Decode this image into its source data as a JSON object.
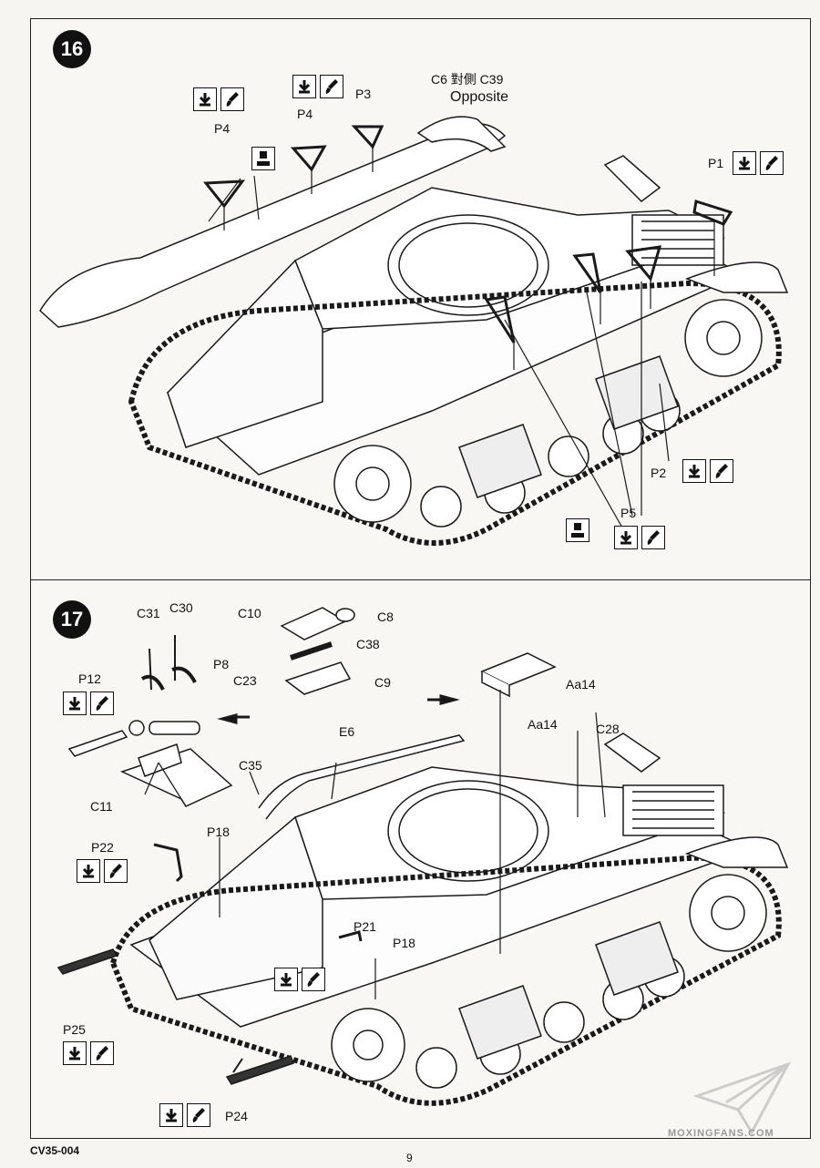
{
  "steps": {
    "s16": "16",
    "s17": "17"
  },
  "labels16": {
    "c6_opposite_1": "C6 對側 C39",
    "c6_opposite_2": "Opposite",
    "p1": "P1",
    "p2": "P2",
    "p3": "P3",
    "p4a": "P4",
    "p4b": "P4",
    "p5": "P5"
  },
  "labels17": {
    "c31": "C31",
    "c30": "C30",
    "p8": "P8",
    "p12": "P12",
    "c35": "C35",
    "c11": "C11",
    "c10": "C10",
    "c8": "C8",
    "c38": "C38",
    "c23": "C23",
    "c9": "C9",
    "e6": "E6",
    "aa14a": "Aa14",
    "aa14b": "Aa14",
    "c28": "C28",
    "p18a": "P18",
    "p22": "P22",
    "p21": "P21",
    "p18b": "P18",
    "p25": "P25",
    "p24": "P24"
  },
  "icons": {
    "attach": "attach-icon",
    "paint": "paint-icon",
    "glue": "glue-icon"
  },
  "footer": {
    "code": "CV35-004",
    "page": "9"
  },
  "watermark": "MOXINGFANS.COM"
}
